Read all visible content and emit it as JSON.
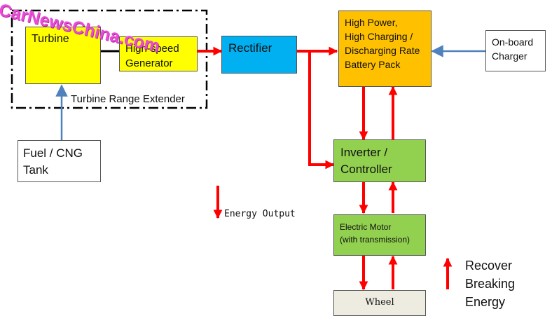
{
  "watermark": "CarNewsChina.com",
  "range_extender": {
    "label": "Turbine Range Extender",
    "turbine": "Turbine",
    "generator": "High-speed\nGenerator"
  },
  "fuel_tank": "Fuel / CNG\nTank",
  "rectifier": "Rectifier",
  "battery": "High Power,\nHigh Charging /\nDischarging Rate\nBattery Pack",
  "charger": "On-board\nCharger",
  "inverter": "Inverter /\nController",
  "motor": "Electric Motor\n(with transmission)",
  "wheel": "Wheel",
  "legend": {
    "energy_output": "Energy Output",
    "recover": "Recover\nBreaking\nEnergy"
  },
  "colors": {
    "yellow": "#ffff00",
    "rectifier_blue": "#00b0f0",
    "battery_orange": "#ffc000",
    "green": "#92d050",
    "wheel_fill": "#eeece1",
    "arrow_red": "#ff0000",
    "arrow_blue": "#4f81bd"
  }
}
